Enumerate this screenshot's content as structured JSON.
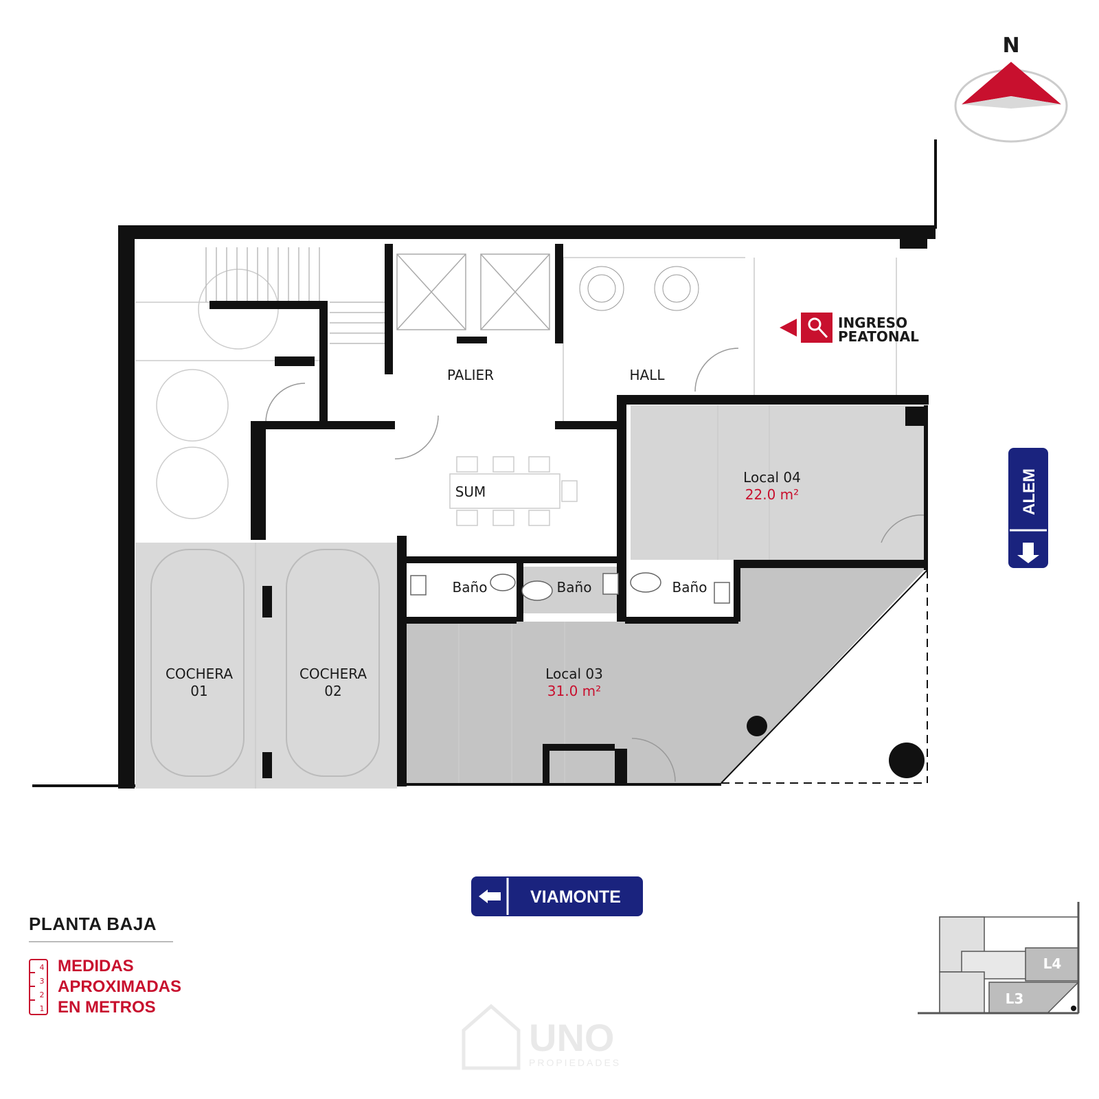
{
  "compass": {
    "north_label": "N"
  },
  "entrance": {
    "line1": "INGRESO",
    "line2": "PEATONAL"
  },
  "rooms": {
    "palier": "PALIER",
    "hall": "HALL",
    "sum": "SUM",
    "bano_1": "Baño",
    "bano_2": "Baño",
    "bano_3": "Baño",
    "cochera_01_line1": "COCHERA",
    "cochera_01_line2": "01",
    "cochera_02_line1": "COCHERA",
    "cochera_02_line2": "02",
    "local_03_name": "Local 03",
    "local_03_area": "31.0 m²",
    "local_04_name": "Local 04",
    "local_04_area": "22.0 m²"
  },
  "streets": {
    "alem": "ALEM",
    "viamonte": "VIAMONTE"
  },
  "legend": {
    "title": "PLANTA BAJA",
    "note_line1": "MEDIDAS",
    "note_line2": "APROXIMADAS",
    "note_line3": "EN METROS",
    "ruler_ticks": [
      "4",
      "3",
      "2",
      "1"
    ]
  },
  "key_plan": {
    "l4": "L4",
    "l3": "L3"
  },
  "watermark": {
    "brand": "UNO",
    "sub": "PROPIEDADES"
  },
  "colors": {
    "accent": "#c8102e",
    "street_sign": "#1a237e",
    "wall": "#111111",
    "local_fill": "#c4c4c4",
    "local_04_fill": "#d6d6d6",
    "cochera_fill": "#d9d9d9"
  }
}
